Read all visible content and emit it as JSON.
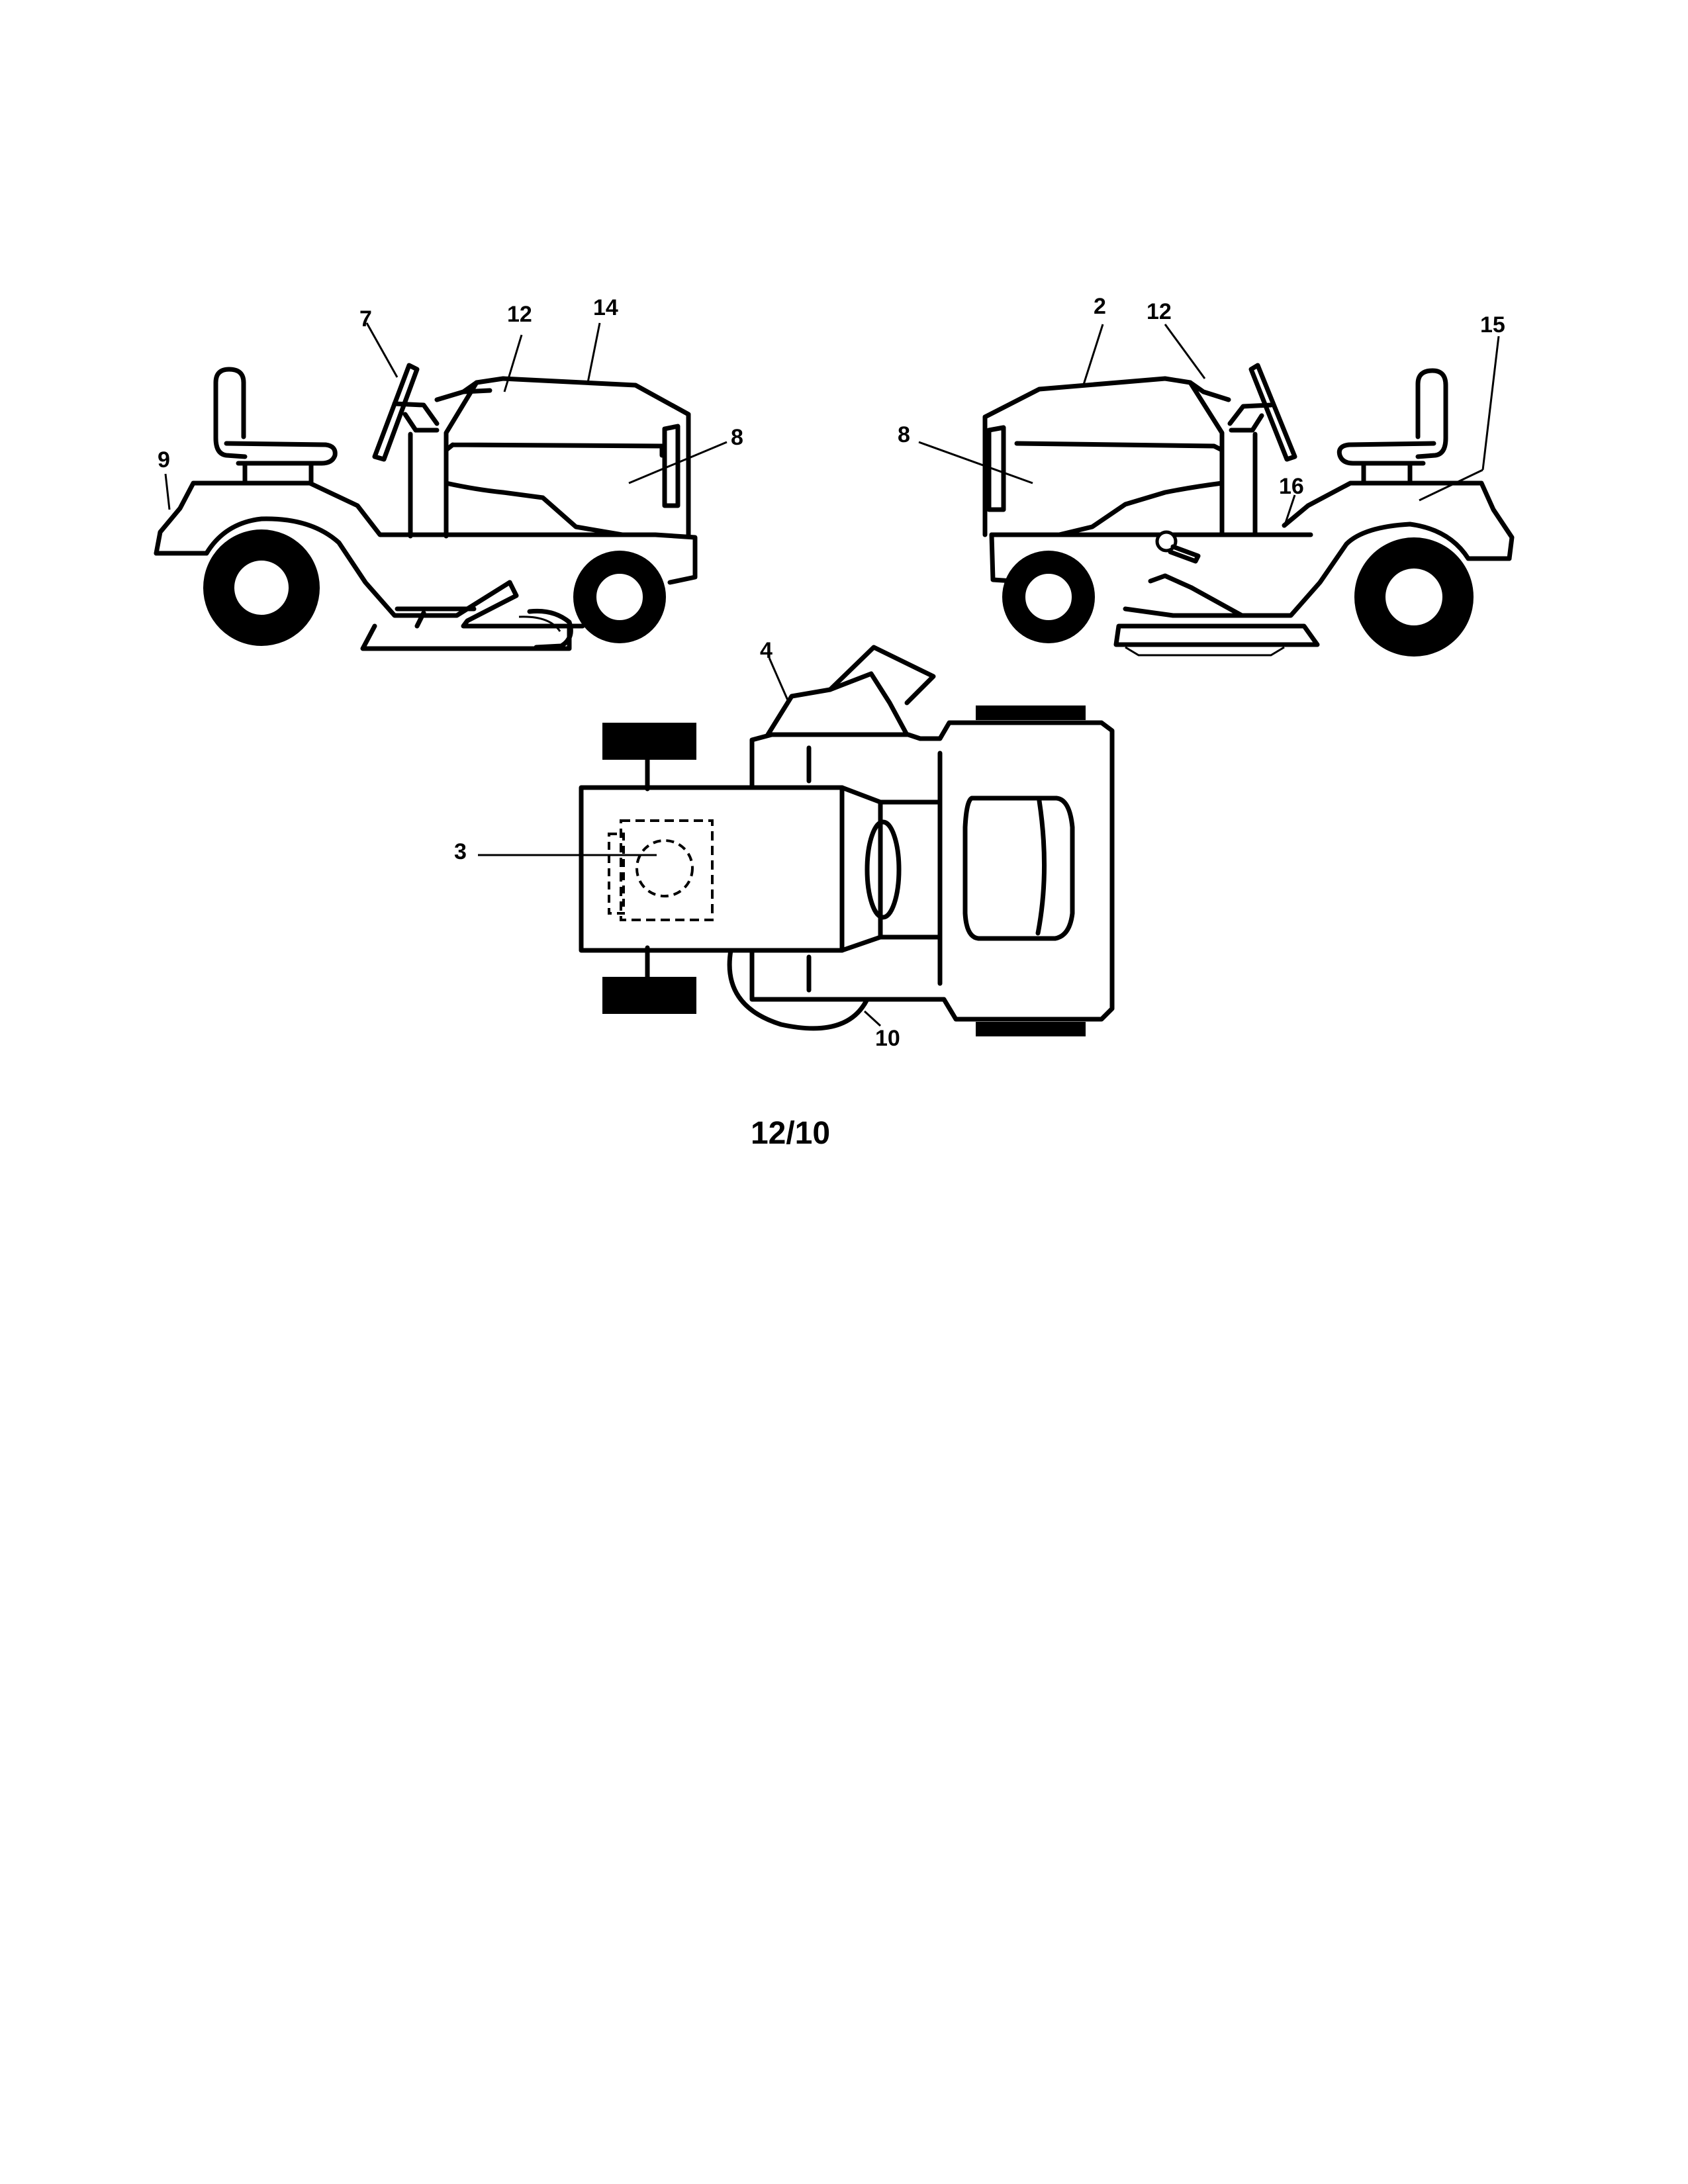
{
  "callouts": {
    "left_7": "7",
    "left_12": "12",
    "left_14": "14",
    "left_9": "9",
    "left_8": "8",
    "right_2": "2",
    "right_12": "12",
    "right_15": "15",
    "right_8": "8",
    "right_16": "16",
    "top_4": "4",
    "top_3": "3",
    "top_10": "10"
  },
  "page_number": "12/10"
}
